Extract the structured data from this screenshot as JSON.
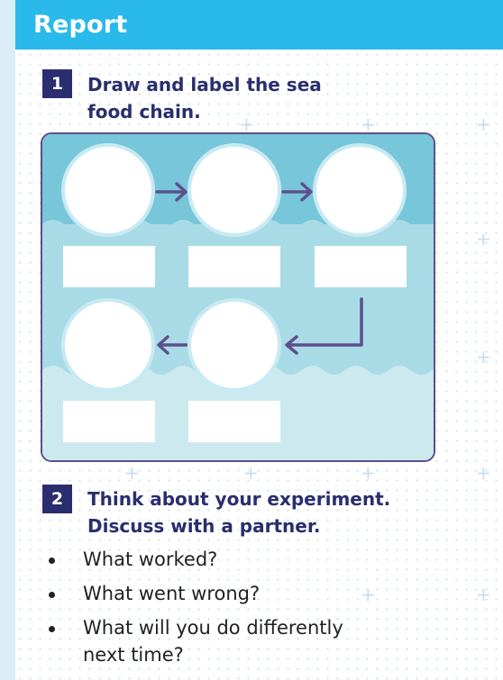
{
  "header": {
    "title": "Report"
  },
  "questions": [
    {
      "number": "1",
      "text": "Draw and label the sea\nfood chain."
    },
    {
      "number": "2",
      "text": "Think about your experiment.\nDiscuss with a partner."
    }
  ],
  "bullets": [
    "What worked?",
    "What went wrong?",
    "What will you do differently\nnext time?"
  ],
  "colors": {
    "header": "#29b9ea",
    "navy": "#2a2e6e",
    "arrow": "#5d4f8e",
    "water_light": "#cde9f0",
    "water_mid": "#a9dbe6",
    "water_dark": "#77c6da"
  }
}
